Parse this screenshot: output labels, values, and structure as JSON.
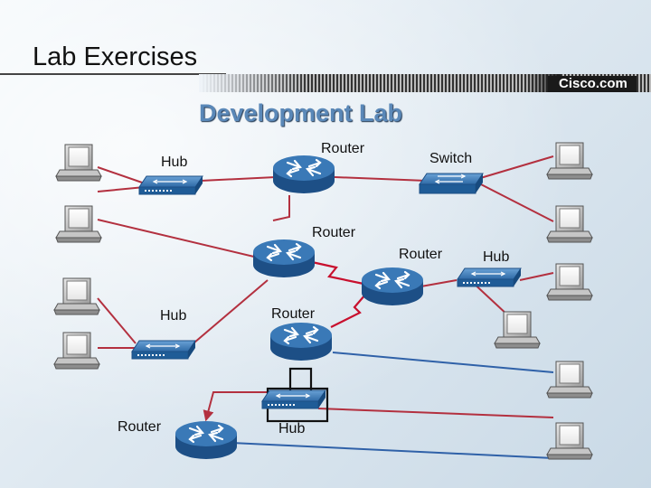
{
  "slide": {
    "title": "Lab Exercises",
    "logo": "Cisco.com"
  },
  "diagram": {
    "title": "Development Lab",
    "labels": {
      "hub_top": "Hub",
      "router_top": "Router",
      "switch_top": "Switch",
      "router_center": "Router",
      "router_right": "Router",
      "hub_right": "Hub",
      "hub_left": "Hub",
      "router_mid": "Router",
      "router_bottom_left": "Router",
      "hub_bottom": "Hub"
    },
    "icons": {
      "router": "router-icon",
      "hub": "hub-icon",
      "switch": "switch-icon",
      "computer": "computer-icon"
    },
    "colors": {
      "device_blue": "#3a79b7",
      "ethernet_red": "#b3303f",
      "serial_red": "#c8102e",
      "link_blue": "#2f61a8",
      "highlight_box": "#111111"
    }
  }
}
